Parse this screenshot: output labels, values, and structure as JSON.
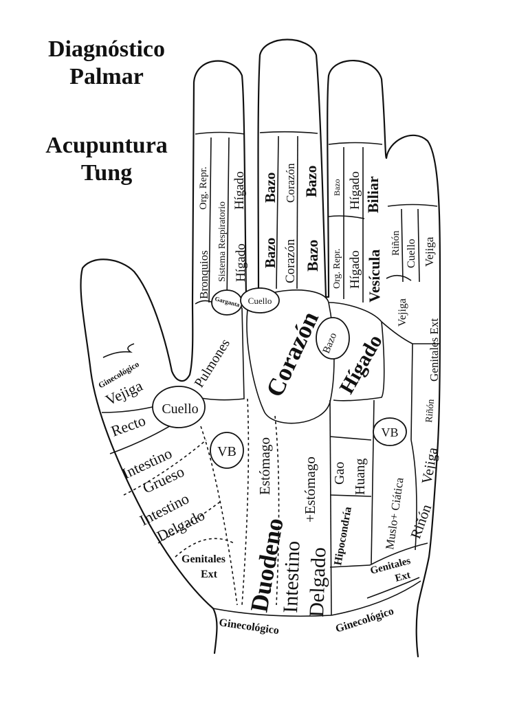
{
  "title": {
    "line1": "Diagnóstico",
    "line2": "Palmar",
    "line3": "Acupuntura",
    "line4": "Tung"
  },
  "labels": {
    "bronquios": "Bronquios",
    "org_repr_index": "Org. Repr.",
    "sistema_respiratorio": "Sistema Respiratorio",
    "higado_index_upper": "Hígado",
    "higado_index_lower": "Hígado",
    "garganta": "Garganta",
    "cuello_index": "Cuello",
    "bazo_middle_1": "Bazo",
    "bazo_middle_2": "Bazo",
    "bazo_middle_3": "Bazo",
    "bazo_middle_4": "Bazo",
    "corazon_middle_upper": "Corazón",
    "corazon_middle_lower": "Corazón",
    "bazo_ring_upper": "Bazo",
    "higado_ring_upper": "Hígado",
    "biliar": "Biliar",
    "org_repr_ring": "Org. Repr.",
    "higado_ring_lower": "Hígado",
    "vesicula": "Vesícula",
    "rinon_little": "Riñón",
    "cuello_little": "Cuello",
    "vejiga_little_upper": "Vejiga",
    "vejiga_little_lower": "Vejiga",
    "genitales_ext_little": "Genitales Ext",
    "corazon_palm": "Corazón",
    "bazo_palm": "Bazo",
    "higado_palm": "Hígado",
    "pulmones": "Pulmones",
    "ginecologico_thumb": "Ginecológico",
    "vejiga_thumb": "Vejiga",
    "cuello_thumb": "Cuello",
    "recto": "Recto",
    "intestino_grueso_1": "Intestino",
    "intestino_grueso_2": "Grueso",
    "intestino_delgado_1": "Intestino",
    "intestino_delgado_2": "Delgado",
    "genitales_ext_thenar_1": "Genitales",
    "genitales_ext_thenar_2": "Ext",
    "vb_left": "VB",
    "estomago_upper": "Estómago",
    "estomago_plus": "+Estómago",
    "duodeno": "Duodeno",
    "intestino_delgado_center_1": "Intestino",
    "intestino_delgado_center_2": "Delgado",
    "gao": "Gao",
    "huang": "Huang",
    "hipocondria": "Hipocondría",
    "muslo_ciatica": "Muslo+ Ciática",
    "vb_right": "VB",
    "rinon_edge_upper": "Riñón",
    "vejiga_edge": "Vejiga",
    "rinon_edge_lower": "Riñón",
    "genitales_ext_wrist_1": "Genitales",
    "genitales_ext_wrist_2": "Ext",
    "ginecologico_wrist_left": "Ginecológico",
    "ginecologico_wrist_right": "Ginecológico"
  }
}
